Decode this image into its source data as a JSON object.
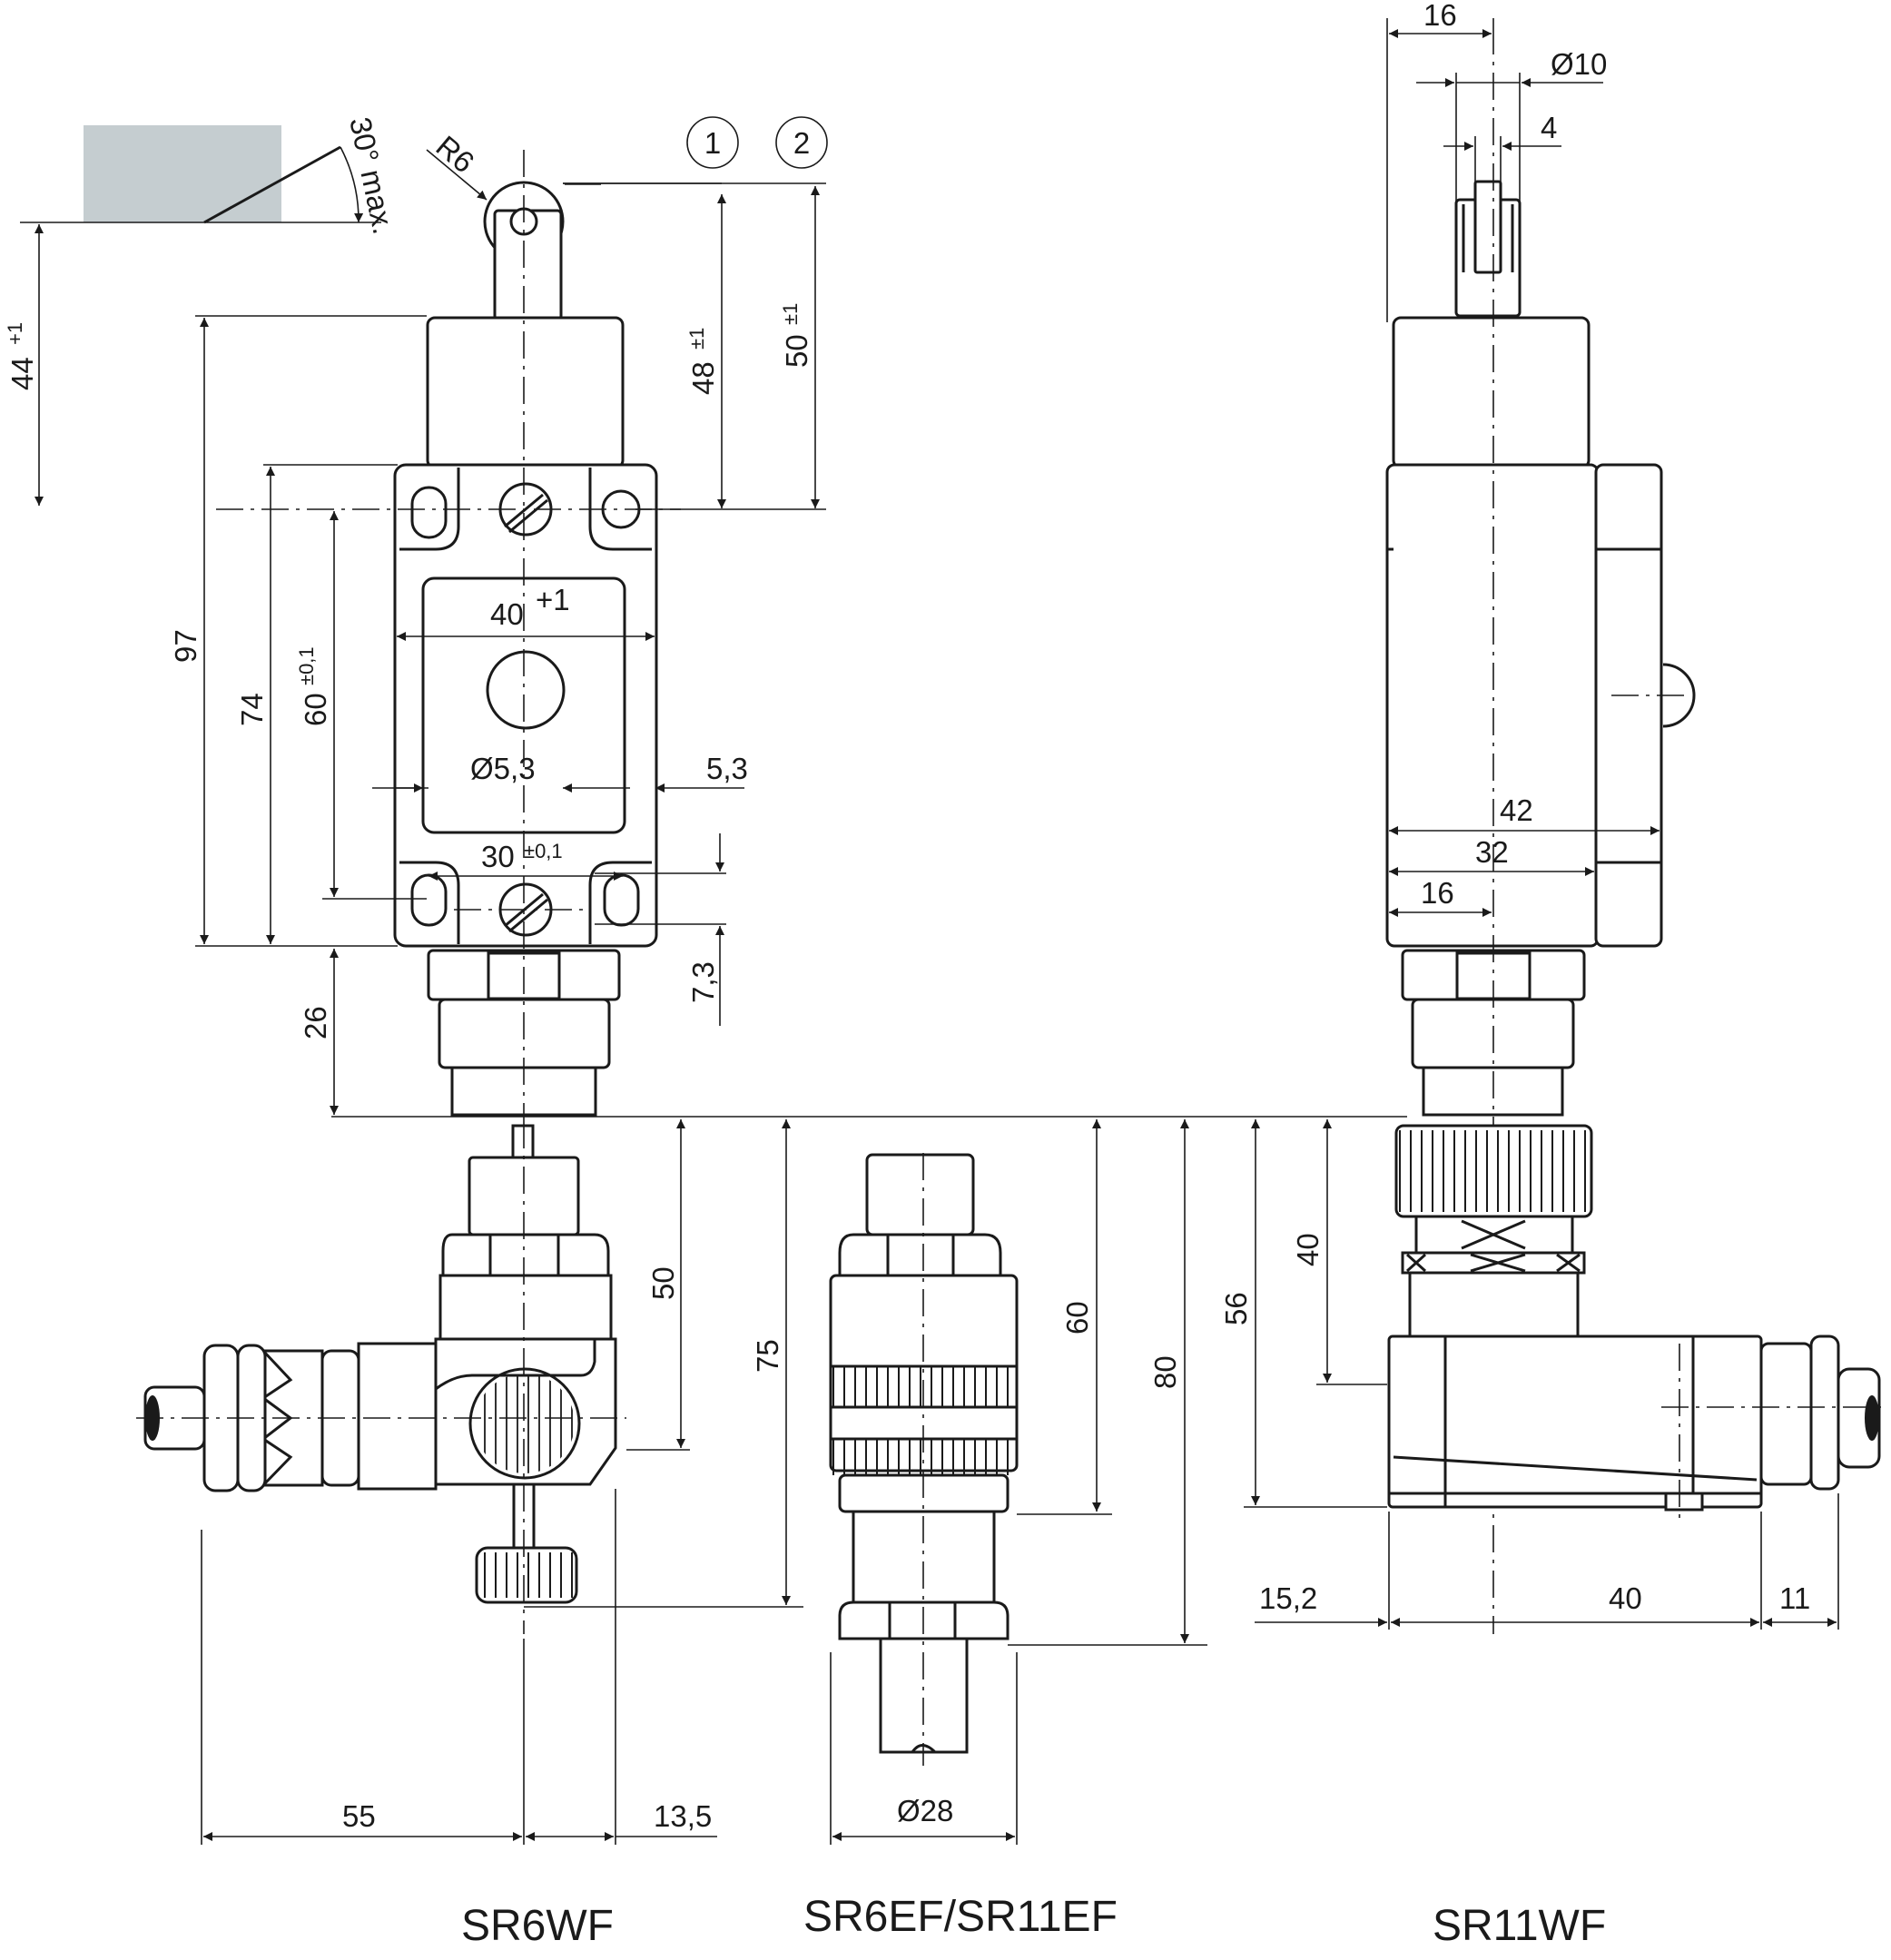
{
  "colors": {
    "line": "#1a1a1a",
    "target_block": "#c5cdd0",
    "background": "#ffffff"
  },
  "actuator": {
    "angle_label": "30° max.",
    "radius_label": "R6"
  },
  "markers": [
    "1",
    "2"
  ],
  "dims_sr6wf": {
    "d44": "44",
    "d44_tol": "+1",
    "d48": "48",
    "d48_tol": "±1",
    "d50top": "50",
    "d50top_tol": "±1",
    "d97": "97",
    "d74": "74",
    "d60": "60",
    "d60_tol": "±0,1",
    "d40": "40",
    "d40_tol": "+1",
    "d5_3dia": "Ø5,3",
    "d5_3": "5,3",
    "d30": "30",
    "d30_tol": "±0,1",
    "d7_3": "7,3",
    "d26": "26",
    "d50": "50",
    "d75": "75",
    "d55": "55",
    "d13_5": "13,5"
  },
  "dims_sr6ef": {
    "d60": "60",
    "d80": "80",
    "d28": "Ø28"
  },
  "dims_sr11wf": {
    "d16top": "16",
    "d10": "Ø10",
    "d4": "4",
    "d42": "42",
    "d32": "32",
    "d16": "16",
    "d40v": "40",
    "d56": "56",
    "d15_2": "15,2",
    "d40h": "40",
    "d11": "11"
  },
  "captions": {
    "left": "SR6WF",
    "middle": "SR6EF/SR11EF",
    "right": "SR11WF"
  }
}
